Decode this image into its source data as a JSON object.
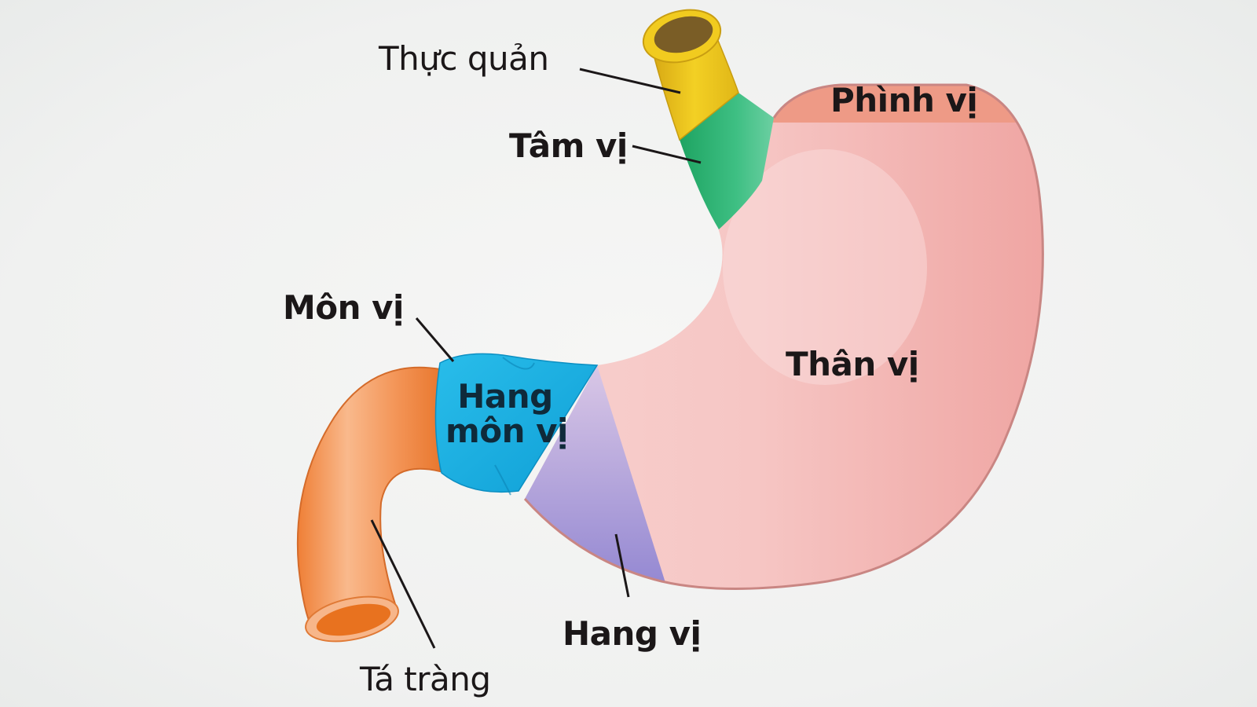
{
  "diagram": {
    "subject": "stomach-anatomy",
    "labels": {
      "esophagus": "Thực quản",
      "cardia": "Tâm vị",
      "fundus": "Phình vị",
      "body": "Thân vị",
      "pylorus": "Môn vị",
      "pyloric_antrum_line1": "Hang",
      "pyloric_antrum_line2": "môn vị",
      "antrum": "Hang vị",
      "duodenum": "Tá tràng"
    },
    "colors": {
      "esophagus": "#e8c21a",
      "cardia": "#2fb774",
      "fundus": "#ee9a86",
      "body": "#f3b5b3",
      "pyloric_antrum": "#1fb2e4",
      "antrum": "#a89ad6",
      "duodenum": "#f28a45",
      "text": "#1b1718",
      "background": "#f3f3f2"
    }
  }
}
